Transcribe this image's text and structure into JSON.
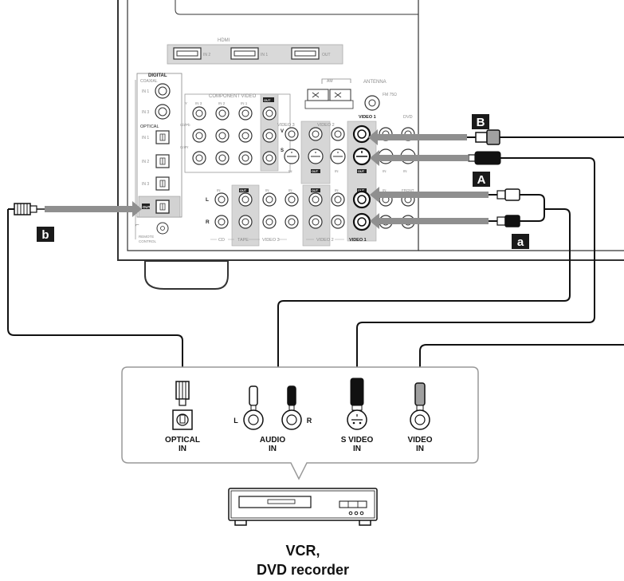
{
  "receiver": {
    "hdmi": {
      "title": "HDMI",
      "in2": "IN 2",
      "in1": "IN 1",
      "out": "OUT"
    },
    "digital": {
      "title": "DIGITAL",
      "coaxial": "COAXIAL",
      "optical": "OPTICAL",
      "in1": "IN 1",
      "in3": "IN 3",
      "opt_in1": "IN 1",
      "opt_in2": "IN 2",
      "opt_in3": "IN 3",
      "out": "OUT"
    },
    "component": {
      "title": "COMPONENT VIDEO",
      "y": "Y",
      "cb": "Cb/Pb",
      "cr": "Cr/Pr",
      "in3": "IN 3",
      "in2": "IN 2",
      "in1": "IN 1",
      "out": "OUT"
    },
    "antenna": {
      "title": "ANTENNA",
      "am": "AM",
      "fm": "FM 75Ω"
    },
    "video_labels": {
      "video3": "VIDEO 3",
      "video2": "VIDEO 2",
      "video1": "VIDEO 1",
      "dvd": "DVD",
      "v": "V",
      "s": "S",
      "in": "IN",
      "out": "OUT",
      "front": "FRONT"
    },
    "audio_labels": {
      "l": "L",
      "r": "R",
      "in": "IN",
      "out": "OUT",
      "cd": "CD",
      "tape": "TAPE",
      "video3": "VIDEO 3",
      "video2": "VIDEO 2",
      "video1": "VIDEO 1"
    },
    "remote": {
      "line1": "REMOTE",
      "line2": "CONTROL"
    }
  },
  "badges": {
    "B": "B",
    "A": "A",
    "a": "a",
    "b": "b"
  },
  "device_jacks": {
    "optical_l1": "OPTICAL",
    "optical_l2": "IN",
    "audio_l1": "AUDIO",
    "audio_l2": "IN",
    "audio_L": "L",
    "audio_R": "R",
    "svideo_l1": "S VIDEO",
    "svideo_l2": "IN",
    "video_l1": "VIDEO",
    "video_l2": "IN"
  },
  "device": {
    "line1": "VCR,",
    "line2": "DVD recorder"
  },
  "colors": {
    "panel_line": "#333333",
    "grey_block": "#d4d4d4",
    "arrow": "#8f8f8f",
    "badge_bg": "#1a1a1a",
    "cable": "#111111"
  }
}
